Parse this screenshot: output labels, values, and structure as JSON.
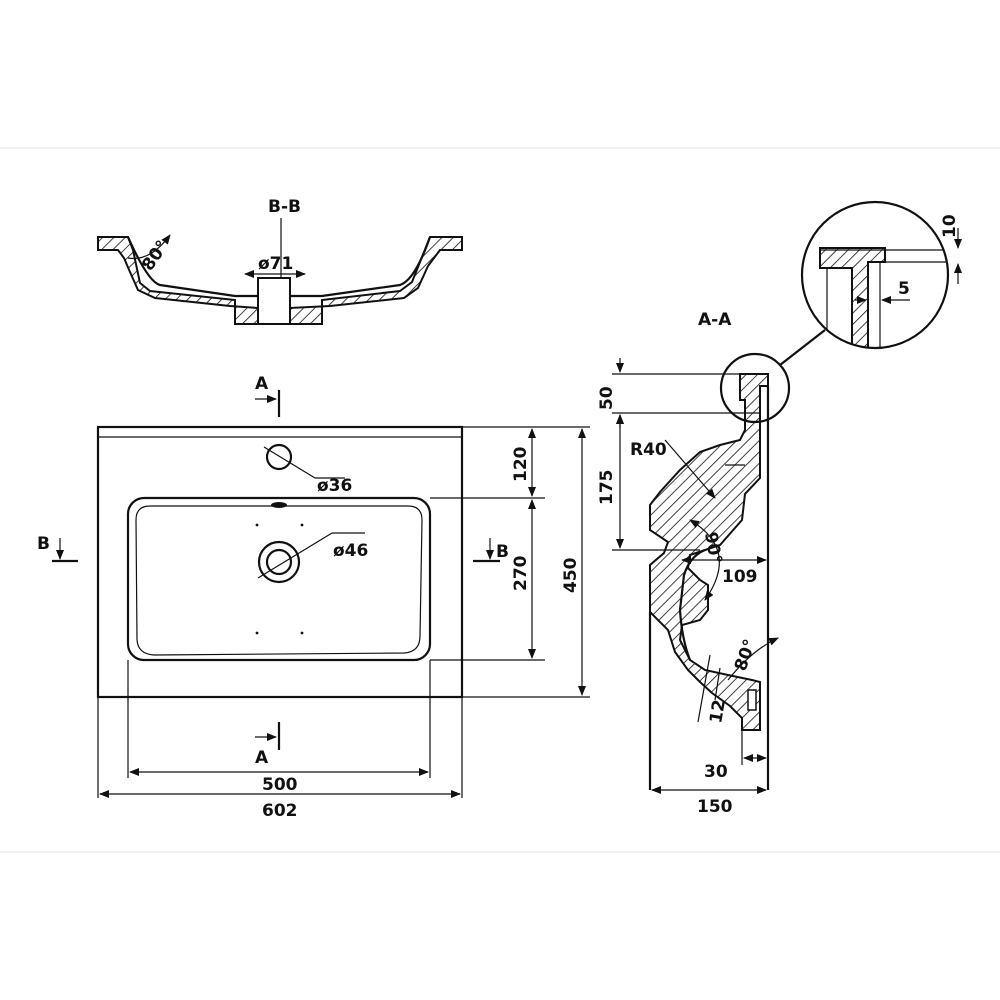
{
  "colors": {
    "line": "#111111",
    "background": "#ffffff",
    "frame": "#e6e6e6"
  },
  "views": {
    "section_bb": {
      "label": "B-B",
      "dim_drain": "ø71",
      "angle": "80°"
    },
    "plan": {
      "dim_tap_hole": "ø36",
      "dim_drain_hole": "ø46",
      "dim_120": "120",
      "dim_270": "270",
      "dim_450": "450",
      "dim_500": "500",
      "dim_602": "602",
      "cut_a_top": "A",
      "cut_a_bottom": "A",
      "cut_b_left": "B",
      "cut_b_right": "B"
    },
    "section_aa": {
      "label": "A-A",
      "dim_50": "50",
      "dim_175": "175",
      "dim_r40": "R40",
      "dim_90": "90°",
      "dim_109": "109",
      "dim_80": "80°",
      "dim_12": "12",
      "dim_30": "30",
      "dim_150": "150"
    },
    "detail": {
      "dim_10": "10",
      "dim_5": "5"
    }
  }
}
